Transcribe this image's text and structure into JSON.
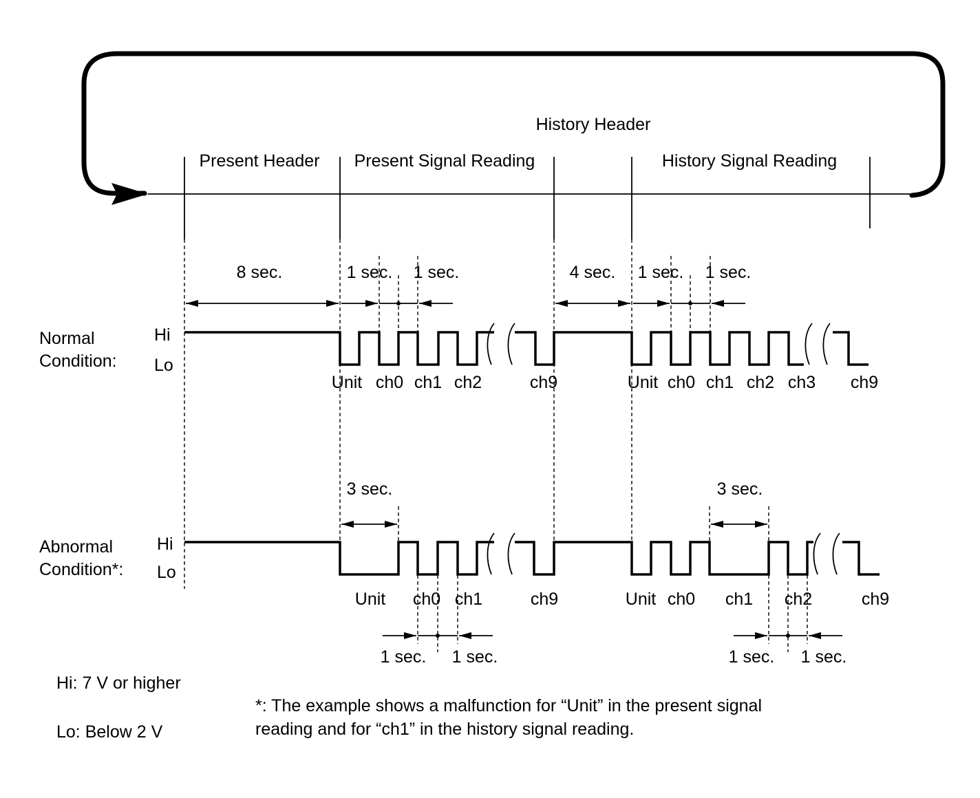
{
  "labels": {
    "history_header": "History Header",
    "present_header": "Present Header",
    "present_signal_reading": "Present Signal Reading",
    "history_signal_reading": "History Signal Reading"
  },
  "normal": {
    "condition_line1": "Normal",
    "condition_line2": "Condition:",
    "hi": "Hi",
    "lo": "Lo",
    "dur_8": "8 sec.",
    "dur_1a": "1 sec.",
    "dur_1b": "1 sec.",
    "dur_4": "4 sec.",
    "dur_1c": "1 sec.",
    "dur_1d": "1 sec.",
    "present_channels": [
      "Unit",
      "ch0",
      "ch1",
      "ch2",
      "ch9"
    ],
    "history_channels": [
      "Unit",
      "ch0",
      "ch1",
      "ch2",
      "ch3",
      "ch9"
    ]
  },
  "abnormal": {
    "condition_line1": "Abnormal",
    "condition_line2": "Condition*:",
    "hi": "Hi",
    "lo": "Lo",
    "dur_3a": "3 sec.",
    "dur_3b": "3 sec.",
    "dur_1a": "1 sec.",
    "dur_1b": "1 sec.",
    "dur_1c": "1 sec.",
    "dur_1d": "1 sec.",
    "present_channels": [
      "Unit",
      "ch0",
      "ch1",
      "ch9"
    ],
    "history_channels": [
      "Unit",
      "ch0",
      "ch1",
      "ch2",
      "ch9"
    ]
  },
  "legend": {
    "hi_def": "Hi: 7 V or higher",
    "lo_def": "Lo: Below 2 V",
    "note_line1": "*: The example shows a malfunction for “Unit” in the present signal",
    "note_line2": "reading and for “ch1” in the history signal reading."
  }
}
